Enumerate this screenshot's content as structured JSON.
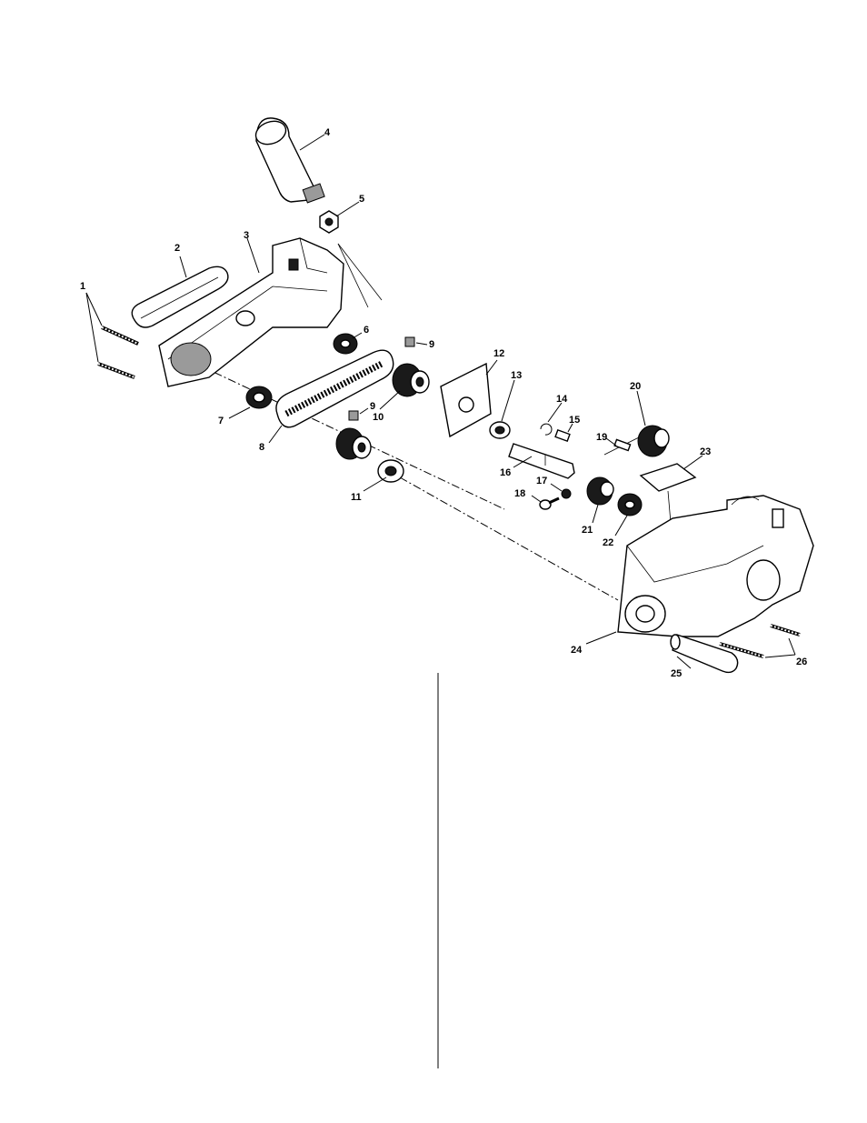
{
  "figure": {
    "callouts": [
      "1",
      "2",
      "3",
      "4",
      "5",
      "6",
      "7",
      "8",
      "9",
      "9",
      "10",
      "11",
      "12",
      "13",
      "14",
      "15",
      "16",
      "17",
      "18",
      "19",
      "20",
      "21",
      "22",
      "23",
      "24",
      "25",
      "26"
    ]
  },
  "parts": [
    {
      "id": "1",
      "name": "screw"
    },
    {
      "id": "2",
      "name": "gasket"
    },
    {
      "id": "3",
      "name": "housing-left"
    },
    {
      "id": "4",
      "name": "handle"
    },
    {
      "id": "5",
      "name": "nut"
    },
    {
      "id": "6",
      "name": "bearing"
    },
    {
      "id": "7",
      "name": "bearing"
    },
    {
      "id": "8",
      "name": "belt"
    },
    {
      "id": "9",
      "name": "set-screw"
    },
    {
      "id": "10",
      "name": "pulley"
    },
    {
      "id": "11",
      "name": "bearing"
    },
    {
      "id": "12",
      "name": "plate"
    },
    {
      "id": "13",
      "name": "washer"
    },
    {
      "id": "14",
      "name": "retaining-ring"
    },
    {
      "id": "15",
      "name": "key"
    },
    {
      "id": "16",
      "name": "shaft"
    },
    {
      "id": "17",
      "name": "washer"
    },
    {
      "id": "18",
      "name": "screw"
    },
    {
      "id": "19",
      "name": "key"
    },
    {
      "id": "20",
      "name": "gear"
    },
    {
      "id": "21",
      "name": "gear"
    },
    {
      "id": "22",
      "name": "bearing"
    },
    {
      "id": "23",
      "name": "label"
    },
    {
      "id": "24",
      "name": "housing-right"
    },
    {
      "id": "25",
      "name": "shaft-sleeve"
    },
    {
      "id": "26",
      "name": "screw"
    }
  ]
}
